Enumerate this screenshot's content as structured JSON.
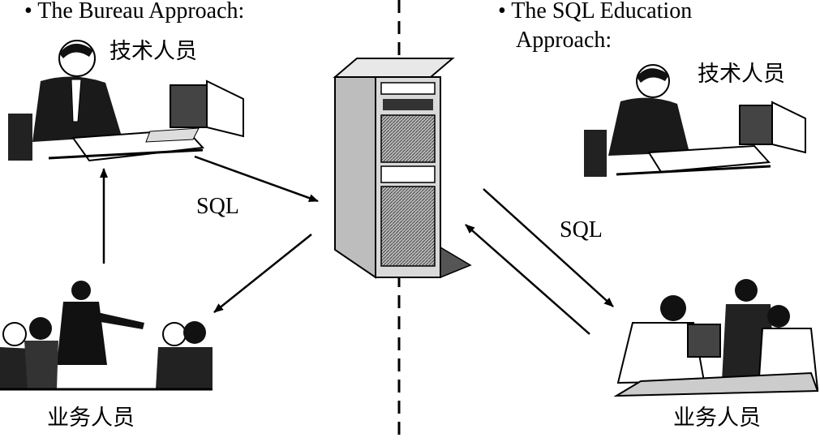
{
  "left": {
    "heading": "• The Bureau Approach:",
    "tech_label": "技术人员",
    "business_label": "业务人员",
    "sql_label": "SQL"
  },
  "right": {
    "heading_line1": "• The SQL Education",
    "heading_line2": "Approach:",
    "tech_label": "技术人员",
    "business_label": "业务人员",
    "sql_label": "SQL"
  }
}
